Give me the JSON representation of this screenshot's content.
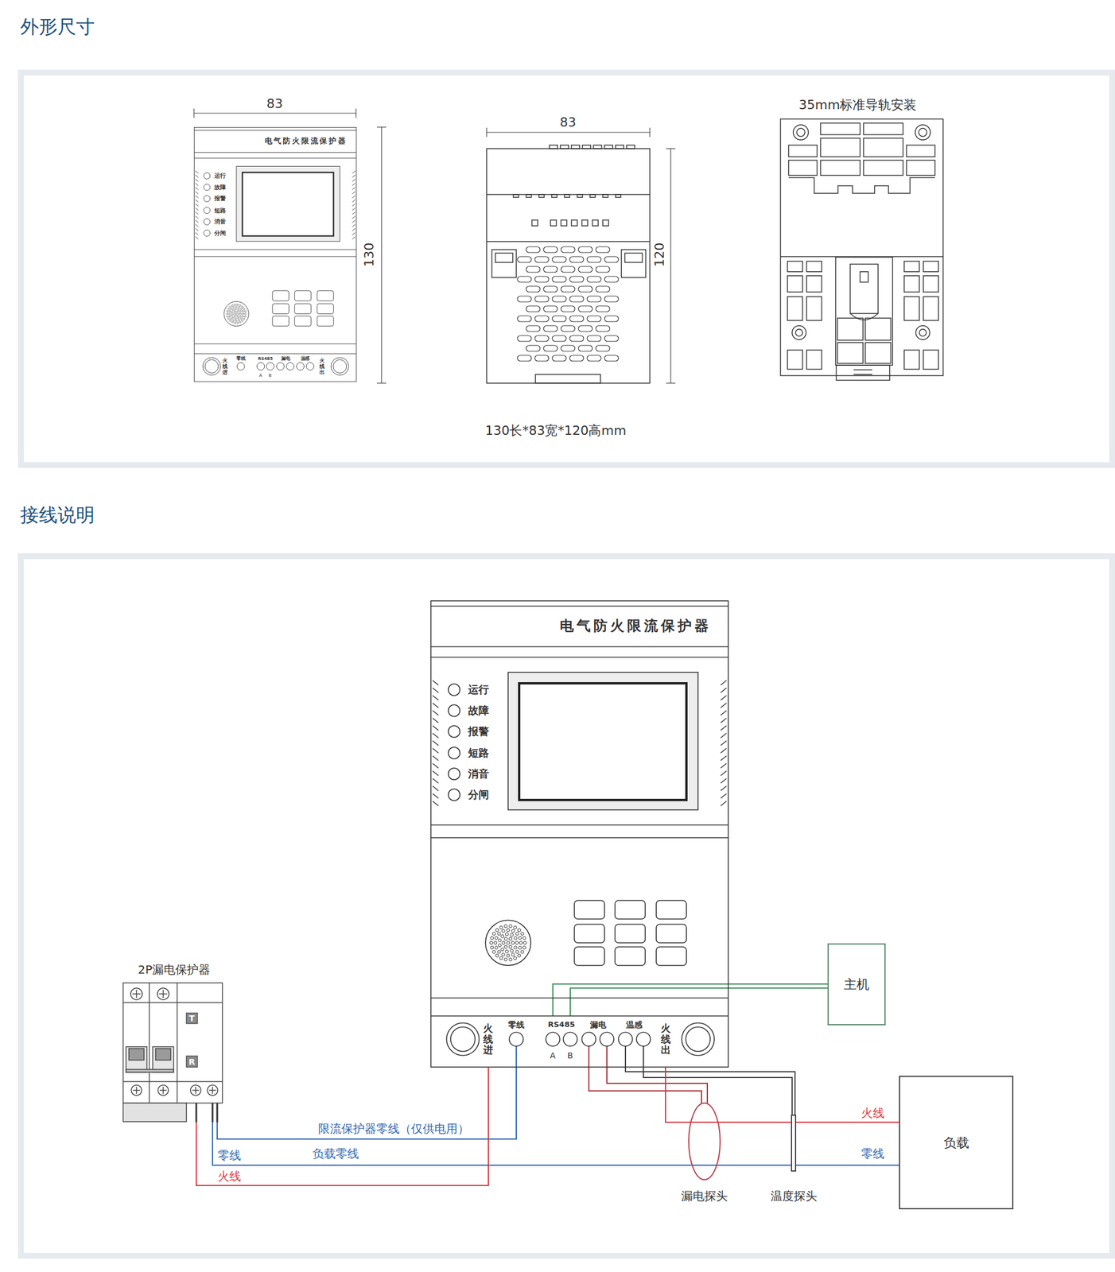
{
  "diagram": {
    "nodes": [
      {
        "text": [
          "电气防火限流保护器"
        ]
      },
      {
        "text": [
          "电气防火限流保护器"
        ]
      },
      {
        "text": [
          "2P漏电保护器"
        ]
      },
      {
        "text": [
          "主机"
        ]
      },
      {
        "text": [
          "负载"
        ]
      },
      {
        "text": [
          "漏电探头"
        ]
      },
      {
        "text": [
          "温度探头"
        ]
      }
    ],
    "edges": [
      {
        "from": 2,
        "to": 1,
        "label": "火线",
        "arrow": "none"
      },
      {
        "from": 2,
        "to": 1,
        "label": "限流保护器零线（仅供电用）",
        "arrow": "none"
      },
      {
        "from": 2,
        "to": 4,
        "label": "负载零线",
        "arrow": "none"
      },
      {
        "from": 1,
        "to": 3,
        "arrow": "none"
      },
      {
        "from": 1,
        "to": 5,
        "arrow": "none"
      },
      {
        "from": 1,
        "to": 6,
        "arrow": "none"
      },
      {
        "from": 1,
        "to": 4,
        "label": "火线",
        "arrow": "none"
      }
    ],
    "labels": [
      "外形尺寸",
      "83",
      "130",
      "83",
      "120",
      "35mm标准导轨安装",
      "130长*83宽*120高mm",
      "接线说明",
      "运行",
      "故障",
      "报警",
      "短路",
      "消音",
      "分闸",
      "火线进",
      "零线",
      "RS485",
      "A",
      "B",
      "漏电",
      "温感",
      "火线出",
      "运行",
      "故障",
      "报警",
      "短路",
      "消音",
      "分闸",
      "火线进",
      "零线",
      "RS485",
      "A",
      "B",
      "漏电",
      "温感",
      "火线出",
      "T",
      "R",
      "零线",
      "零线"
    ]
  }
}
